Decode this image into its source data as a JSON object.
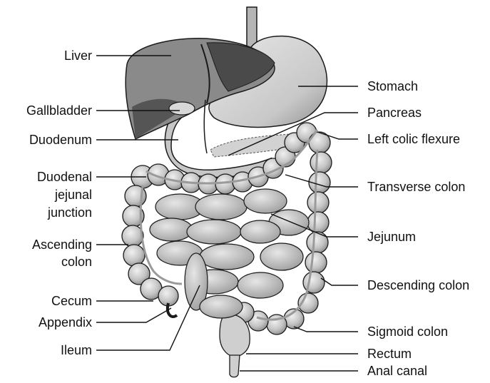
{
  "palette": {
    "outline": "#1a1a1a",
    "liver_dark": "#4a4a4a",
    "liver_light": "#8a8a8a",
    "stomach": "#d4d4d4",
    "intestine": "#bdbdbd",
    "intestine_light": "#d9d9d9",
    "tube": "#b0b0b0",
    "leader": "#111111",
    "background": "#ffffff"
  },
  "labels": {
    "liver": "Liver",
    "gallbladder": "Gallbladder",
    "duodenum": "Duodenum",
    "duodenal_1": "Duodenal",
    "duodenal_2": "jejunal",
    "duodenal_3": "junction",
    "ascending_1": "Ascending",
    "ascending_2": "colon",
    "cecum": "Cecum",
    "appendix": "Appendix",
    "ileum": "Ileum",
    "stomach": "Stomach",
    "pancreas": "Pancreas",
    "left_colic": "Left colic flexure",
    "transverse": "Transverse colon",
    "jejunum": "Jejunum",
    "descending": "Descending colon",
    "sigmoid": "Sigmoid colon",
    "rectum": "Rectum",
    "anal": "Anal canal"
  }
}
